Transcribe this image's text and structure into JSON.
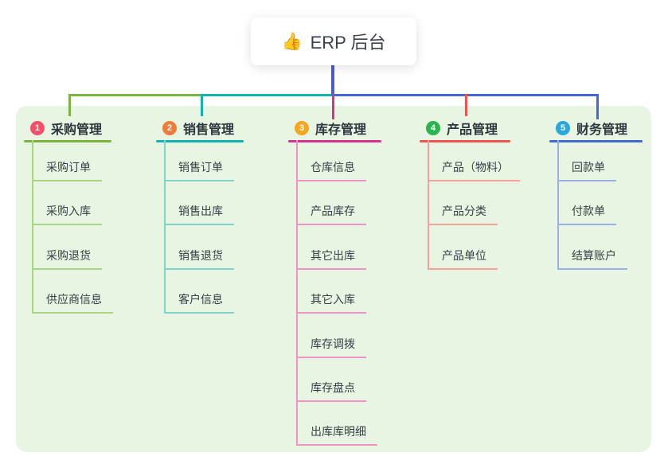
{
  "root": {
    "icon": "👍",
    "title": "ERP 后台"
  },
  "branches": [
    {
      "number": "1",
      "label": "采购管理",
      "color": "#7cb342",
      "light_color": "#a9d57e",
      "badge_color": "#f0506a",
      "children": [
        "采购订单",
        "采购入库",
        "采购退货",
        "供应商信息"
      ]
    },
    {
      "number": "2",
      "label": "销售管理",
      "color": "#10b3af",
      "light_color": "#7fd3cf",
      "badge_color": "#f07c3c",
      "children": [
        "销售订单",
        "销售出库",
        "销售退货",
        "客户信息"
      ]
    },
    {
      "number": "3",
      "label": "库存管理",
      "color": "#d9318e",
      "light_color": "#f292c5",
      "badge_color": "#f6a71e",
      "children": [
        "仓库信息",
        "产品库存",
        "其它出库",
        "其它入库",
        "库存调拨",
        "库存盘点",
        "出库库明细"
      ]
    },
    {
      "number": "4",
      "label": "产品管理",
      "color": "#f1534f",
      "light_color": "#f9a29d",
      "badge_color": "#2cb450",
      "children": [
        "产品（物料）",
        "产品分类",
        "产品单位"
      ]
    },
    {
      "number": "5",
      "label": "财务管理",
      "color": "#4468d1",
      "light_color": "#9cb0e4",
      "badge_color": "#2aa7dd",
      "children": [
        "回款单",
        "付款单",
        "结算账户"
      ]
    }
  ],
  "colors": {
    "background": "#e7f5e2",
    "root_line": "#4c5ec7"
  }
}
